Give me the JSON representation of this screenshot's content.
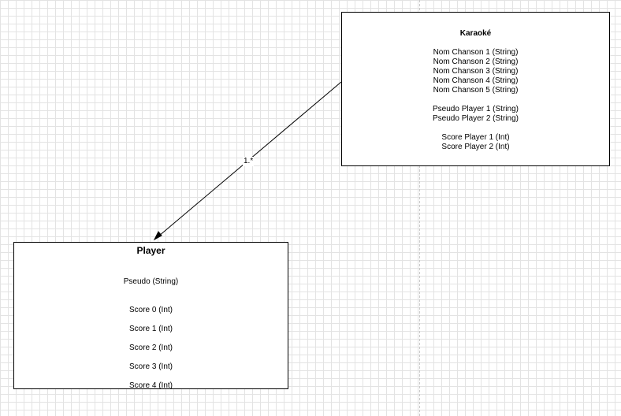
{
  "karaoke": {
    "title": "Karaoké",
    "songs": [
      "Nom Chanson 1 (String)",
      "Nom Chanson 2 (String)",
      "Nom Chanson 3 (String)",
      "Nom Chanson 4 (String)",
      "Nom Chanson 5 (String)"
    ],
    "pseudos": [
      "Pseudo Player 1 (String)",
      "Pseudo Player 2 (String)"
    ],
    "scores": [
      "Score Player 1 (Int)",
      "Score Player 2 (Int)"
    ]
  },
  "player": {
    "title": "Player",
    "pseudo": "Pseudo (String)",
    "scores": [
      "Score 0 (Int)",
      "Score 1 (Int)",
      "Score 2 (Int)",
      "Score 3 (Int)",
      "Score 4 (Int)"
    ]
  },
  "edge": {
    "multiplicity": "1.*"
  },
  "colors": {
    "grid": "#e3e3e3",
    "stroke": "#000000",
    "background": "#ffffff"
  }
}
